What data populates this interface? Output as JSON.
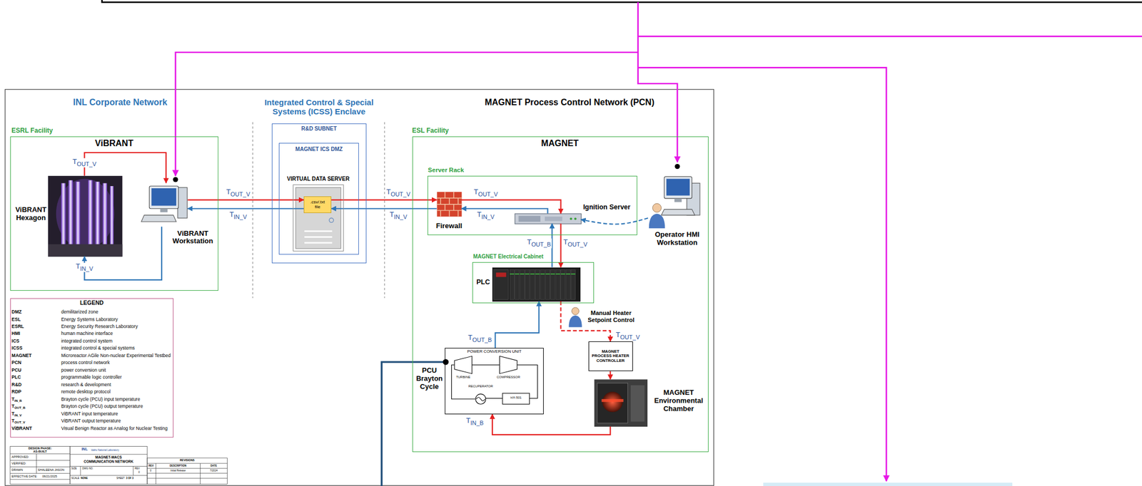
{
  "diagram": {
    "nodes": [
      {
        "text": [
          "ESRL Facility",
          "ViBRANT"
        ]
      },
      {
        "text": [
          "ViBRANT Hexagon"
        ],
        "in": 0
      },
      {
        "text": [
          "ViBRANT Workstation"
        ],
        "in": 0
      },
      {
        "text": [
          "R&D SUBNET"
        ]
      },
      {
        "text": [
          "MAGNET ICS DMZ"
        ],
        "in": 3
      },
      {
        "text": [
          "VIRTUAL DATA SERVER"
        ],
        "in": 4
      },
      {
        "text": [
          ".csv/.txt file"
        ],
        "in": 5
      },
      {
        "text": [
          "ESL Facility",
          "MAGNET"
        ]
      },
      {
        "text": [
          "Server Rack"
        ],
        "in": 7
      },
      {
        "text": [
          "Firewall"
        ],
        "in": 8
      },
      {
        "text": [
          "Ignition Server"
        ],
        "in": 8
      },
      {
        "text": [
          "Operator HMI Workstation"
        ],
        "in": 7
      },
      {
        "text": [
          "MAGNET Electrical Cabinet"
        ],
        "in": 7
      },
      {
        "text": [
          "PLC"
        ],
        "in": 12
      },
      {
        "text": [
          "MAGNET PROCESS HEATER CONTROLLER"
        ],
        "in": 7
      },
      {
        "text": [
          "MAGNET Environmental Chamber"
        ],
        "in": 7
      },
      {
        "text": [
          "PCU Brayton Cycle",
          "POWER CONVERSION UNIT"
        ],
        "in": 7
      },
      {
        "text": [
          "LEGEND"
        ]
      }
    ],
    "edges": [
      {
        "from": 1,
        "to": 2,
        "label": "TOUT_V",
        "arrow": "to"
      },
      {
        "from": 2,
        "to": 6,
        "label": "TOUT_V",
        "arrow": "to"
      },
      {
        "from": 6,
        "to": 9,
        "label": "TOUT_V",
        "arrow": "to"
      },
      {
        "from": 9,
        "to": 10,
        "label": "TOUT_V",
        "arrow": "to"
      },
      {
        "from": 10,
        "to": 13,
        "label": "TOUT_V",
        "arrow": "to"
      },
      {
        "from": 13,
        "to": 14,
        "label": "TOUT_V",
        "arrow": "to"
      },
      {
        "from": 14,
        "to": 15,
        "arrow": "to"
      },
      {
        "from": 15,
        "to": 16,
        "label": "TIN_B",
        "arrow": "to"
      },
      {
        "from": 16,
        "to": 13,
        "label": "TOUT_B",
        "arrow": "to"
      },
      {
        "from": 13,
        "to": 10,
        "label": "TOUT_B",
        "arrow": "to"
      },
      {
        "from": 10,
        "to": 9,
        "label": "TIN_V",
        "arrow": "to"
      },
      {
        "from": 9,
        "to": 6,
        "label": "TIN_V",
        "arrow": "to"
      },
      {
        "from": 6,
        "to": 2,
        "label": "TIN_V",
        "arrow": "to"
      },
      {
        "from": 2,
        "to": 1,
        "label": "TIN_V",
        "arrow": "to"
      },
      {
        "from": 11,
        "to": 10,
        "arrow": "to"
      }
    ],
    "labels": [
      "INL Corporate Network",
      "Integrated Control & Special Systems (ICSS) Enclave",
      "MAGNET Process Control Network (PCN)",
      "Manual Heater Setpoint Control",
      "TURBINE",
      "COMPRESSOR",
      "RECUPERATOR",
      "HX-501",
      "DMZ",
      "demilitarized zone",
      "ESL",
      "Energy Systems Laboratory",
      "ESRL",
      "Energy Security Research Laboratory",
      "HMI",
      "human machine interface",
      "ICS",
      "integrated control system",
      "ICSS",
      "integrated control & special systems",
      "MAGNET",
      "Microreactor AGile Non-nuclear Experimental Testbed",
      "PCN",
      "process control network",
      "PCU",
      "power conversion unit",
      "PLC",
      "programmable logic controller",
      "R&D",
      "research & development",
      "RDP",
      "remote desktop protocol",
      "TIN_B",
      "Brayton cycle (PCU) input temperature",
      "TOUT_B",
      "Brayton cycle (PCU) output temperature",
      "TIN_V",
      "ViBRANT input temperature",
      "TOUT_V",
      "ViBRANT output temperature",
      "ViBRANT",
      "Visual Benign Reactor as Analog for Nuclear Testing",
      "DESIGN PHASE:",
      "AS-BUILT",
      "APPROVED:",
      "VERIFIED:",
      "DRAWN",
      "SHALEENA JASON",
      "EFFECTIVE DATE:",
      "06/21/2025",
      "INL",
      "Idaho National Laboratory",
      "MAGNET-MACS COMMUNICATION NETWORK",
      "SIZE",
      "DWG NO.",
      "REV",
      "0",
      "SCALE",
      "NONE",
      "SHEET",
      "3 OF 3",
      "REVISIONS",
      "REV",
      "DESCRIPTION",
      "DATE",
      "0",
      "Initial Release",
      "7/2024"
    ]
  }
}
